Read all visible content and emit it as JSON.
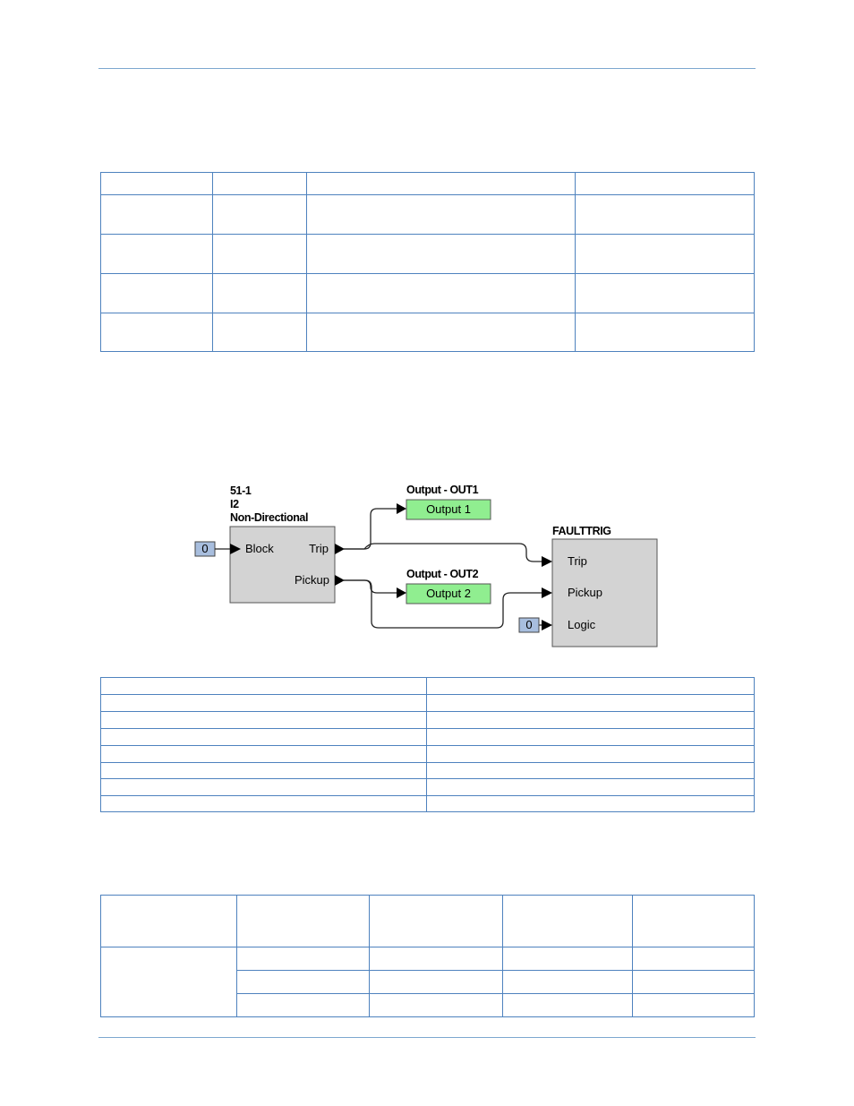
{
  "diagram": {
    "block_51": {
      "title_lines": [
        "51-1",
        "I2",
        "Non-Directional"
      ],
      "inputs": [
        "Block"
      ],
      "outputs": [
        "Trip",
        "Pickup"
      ],
      "block_input_value": "0"
    },
    "out1": {
      "header": "Output - OUT1",
      "label": "Output 1"
    },
    "out2": {
      "header": "Output - OUT2",
      "label": "Output 2"
    },
    "faulttrig": {
      "title": "FAULTTRIG",
      "inputs": [
        "Trip",
        "Pickup",
        "Logic"
      ],
      "logic_input_value": "0"
    }
  },
  "colors": {
    "rule": "#7da7cf",
    "table_border": "#4e82be",
    "block_fill": "#d3d3d3",
    "output_fill": "#90ee90",
    "input_box_fill": "#a8bede"
  }
}
